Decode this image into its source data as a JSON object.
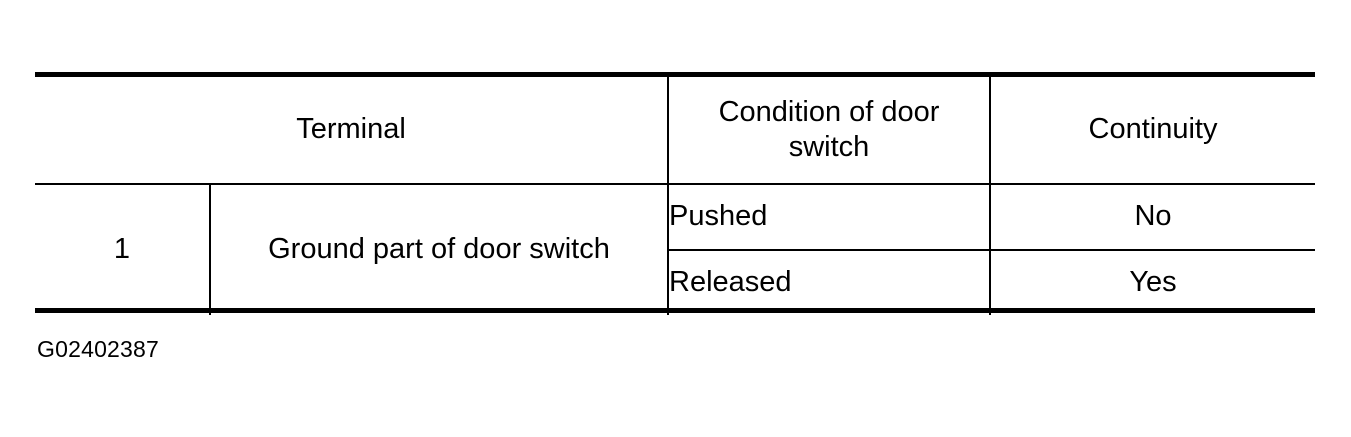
{
  "document": {
    "caption": "G02402387"
  },
  "table": {
    "headers": {
      "terminal": "Terminal",
      "condition_line1": "Condition of door",
      "condition_line2": "switch",
      "continuity": "Continuity"
    },
    "terminal": {
      "number": "1",
      "name": "Ground part of door switch"
    },
    "rows": [
      {
        "condition": "Pushed",
        "continuity": "No"
      },
      {
        "condition": "Released",
        "continuity": "Yes"
      }
    ]
  },
  "colors": {
    "rule": "#000000",
    "text": "#000000",
    "background": "#ffffff"
  }
}
